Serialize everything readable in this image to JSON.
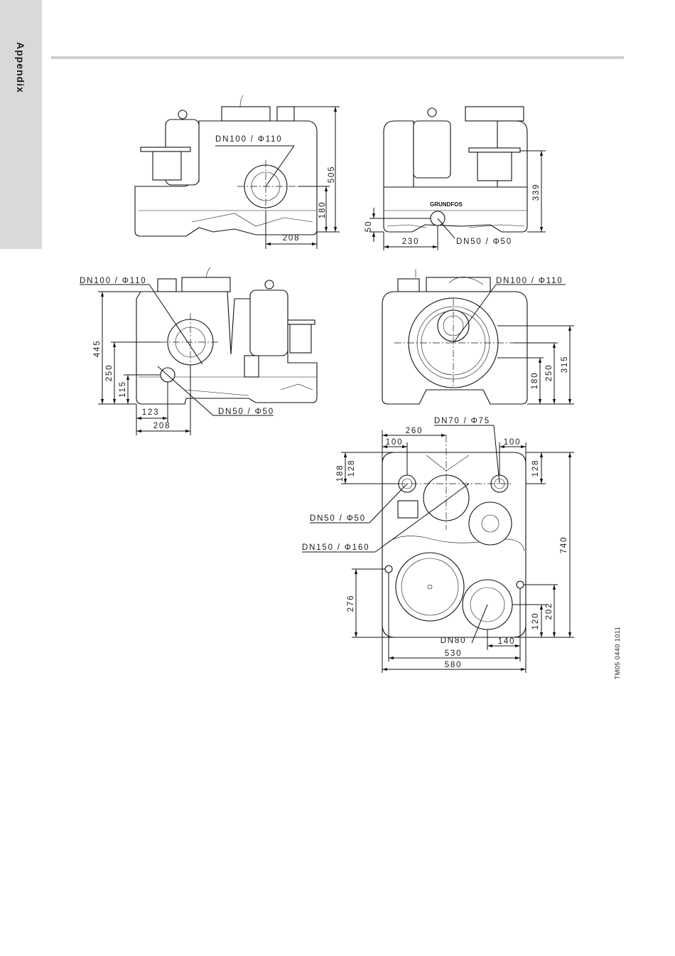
{
  "section_tab": {
    "label": "Appendix"
  },
  "doc_id": "TM05 0440 1011",
  "brand": "GRUNDFOS",
  "views": {
    "side_left": {
      "pipe_label": "DN100 / Φ110",
      "height": "505",
      "outlet_height": "180",
      "outlet_offset": "208"
    },
    "front": {
      "height": "339",
      "drain_height": "50",
      "drain_offset": "230",
      "drain_label": "DN50 / Φ50"
    },
    "side_right": {
      "pipe_label": "DN100 / Φ110",
      "height": "445",
      "inlet_height": "250",
      "drain_height": "115",
      "drain_offset": "123",
      "pipe_offset": "208",
      "drain_label": "DN50 / Φ50"
    },
    "rear": {
      "pipe_label": "DN100 / Φ110",
      "h1": "180",
      "h2": "250",
      "h3": "315"
    },
    "top": {
      "vent_label": "DN70 / Φ75",
      "d260": "260",
      "d100_left": "100",
      "d100_right": "100",
      "d188": "188",
      "d128_left": "128",
      "d128_right": "128",
      "dn50_label": "DN50 / Φ50",
      "dn150_label": "DN150 / Φ160",
      "d276": "276",
      "d740": "740",
      "d120": "120",
      "d202": "202",
      "dn80_label": "DN80",
      "d140": "140",
      "d530": "530",
      "d580": "580"
    }
  }
}
